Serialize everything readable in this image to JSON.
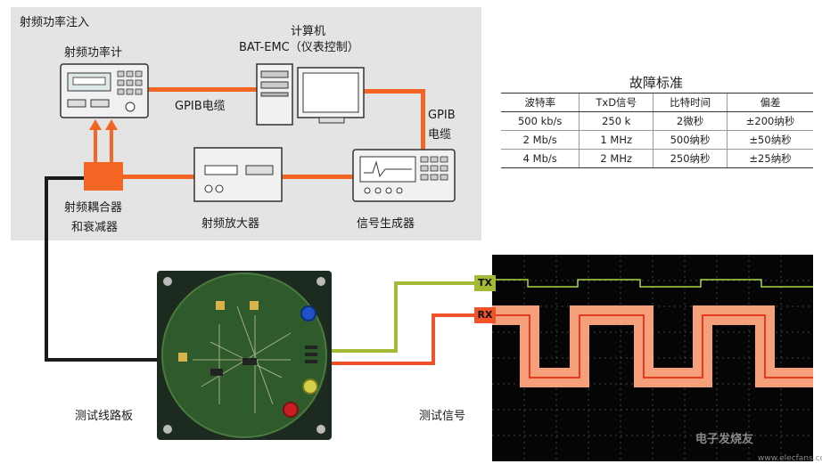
{
  "panel": {
    "title": "射频功率注入"
  },
  "devices": {
    "power_meter": "射频功率计",
    "computer_line1": "计算机",
    "computer_line2": "BAT-EMC（仪表控制）",
    "coupler_line1": "射频耦合器",
    "coupler_line2": "和衰减器",
    "amplifier": "射频放大器",
    "signal_gen": "信号生成器",
    "test_board": "测试线路板",
    "test_signal": "测试信号"
  },
  "links": {
    "gpib_h": "GPIB电缆",
    "gpib_v1": "GPIB",
    "gpib_v2": "电缆"
  },
  "fault_table": {
    "title": "故障标准",
    "headers": [
      "波特率",
      "TxD信号",
      "比特时间",
      "偏差"
    ],
    "rows": [
      [
        "500 kb/s",
        "250 k",
        "2微秒",
        "±200纳秒"
      ],
      [
        "2 Mb/s",
        "1 MHz",
        "500纳秒",
        "±50纳秒"
      ],
      [
        "4 Mb/s",
        "2 MHz",
        "250纳秒",
        "±25纳秒"
      ]
    ]
  },
  "scope": {
    "tx_label": "TX",
    "rx_label": "RX"
  },
  "colors": {
    "orange": "#f26522",
    "tx_green": "#a6b934",
    "rx_orange": "#f0522a",
    "panel_grey": "#e4e4e4"
  },
  "watermark": {
    "line1": "电子发烧友",
    "line2": "www.elecfans.com"
  }
}
